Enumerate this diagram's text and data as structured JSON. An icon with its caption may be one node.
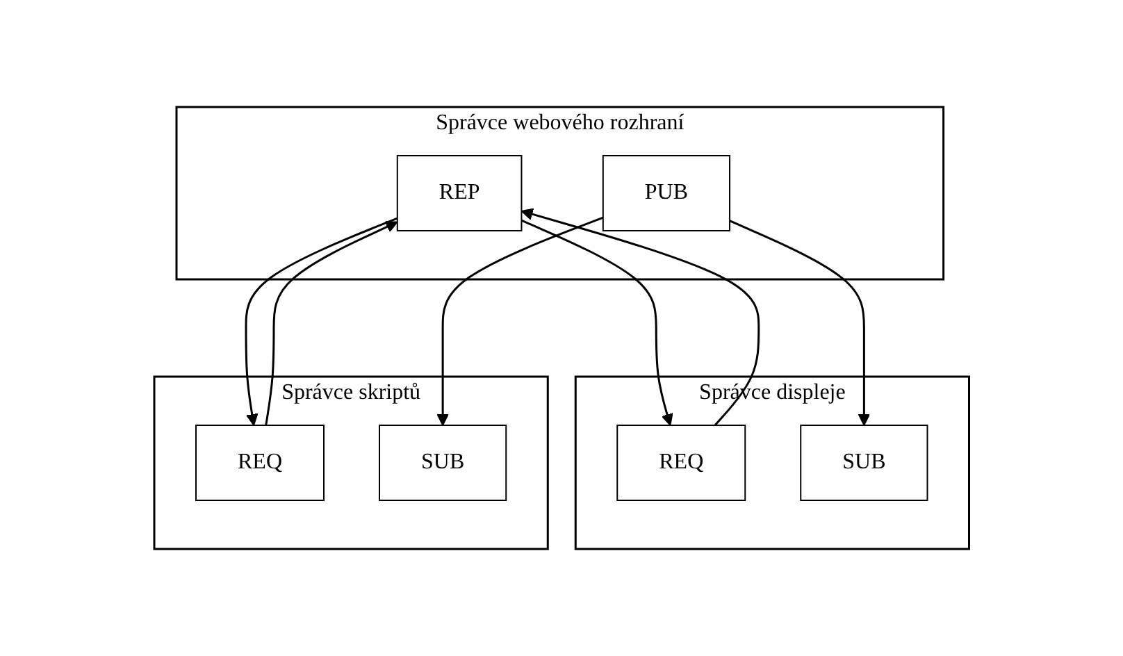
{
  "diagram": {
    "nodes": [
      {
        "text": [
          "Správce webového rozhraní"
        ]
      },
      {
        "text": [
          "REP"
        ],
        "in": 0
      },
      {
        "text": [
          "PUB"
        ],
        "in": 0
      },
      {
        "text": [
          "Správce displeje"
        ]
      },
      {
        "text": [
          "REQ"
        ],
        "in": 3
      },
      {
        "text": [
          "SUB"
        ],
        "in": 3
      },
      {
        "text": [
          "Správce skriptů"
        ]
      },
      {
        "text": [
          "REQ"
        ],
        "in": 6
      },
      {
        "text": [
          "SUB"
        ],
        "in": 6
      }
    ],
    "edges": [
      {
        "from": 1,
        "to": 4,
        "arrow": "to"
      },
      {
        "from": 4,
        "to": 1,
        "arrow": "to"
      },
      {
        "from": 1,
        "to": 7,
        "arrow": "to"
      },
      {
        "from": 7,
        "to": 1,
        "arrow": "to"
      },
      {
        "from": 2,
        "to": 5,
        "arrow": "to"
      },
      {
        "from": 2,
        "to": 8,
        "arrow": "to"
      }
    ]
  }
}
